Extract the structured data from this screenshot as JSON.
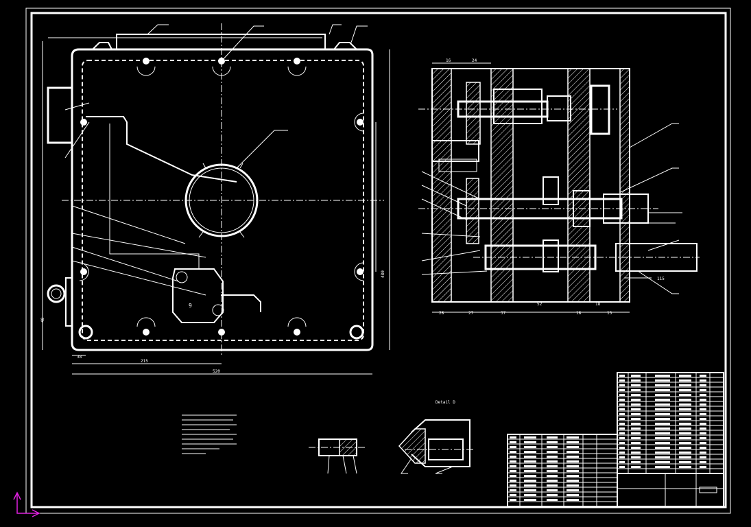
{
  "drawing": {
    "circle_label": "9",
    "detail_label": "Detail D"
  },
  "dimensions": {
    "bottom_width": "520",
    "bottom_part": "215",
    "right_height": "480",
    "side_a": "38",
    "side_b": "40",
    "sec_1": "28",
    "sec_2": "27",
    "sec_3": "37",
    "sec_4": "52",
    "sec_5": "18",
    "sec_6": "18",
    "sec_7": "15",
    "sec_top_1": "16",
    "sec_top_2": "24",
    "shaft_dim": "115"
  },
  "colors": {
    "line": "#ffffff",
    "background": "#000000",
    "ucs": "#e020e0"
  }
}
